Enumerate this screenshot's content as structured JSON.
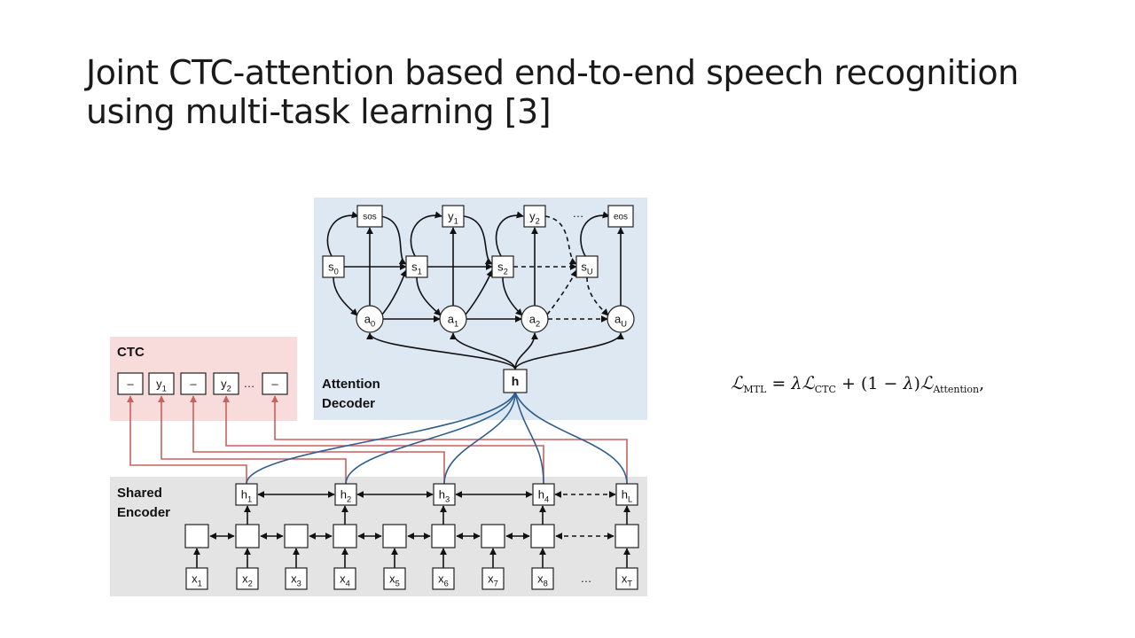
{
  "slide": {
    "title_line1": "Joint CTC-attention based end-to-end speech recognition",
    "title_line2": "using multi-task learning [3]"
  },
  "diagram": {
    "ctc": {
      "title": "CTC",
      "labels": [
        "_",
        "y1",
        "_",
        "y2",
        "…",
        "_"
      ]
    },
    "attention": {
      "title_line1": "Attention",
      "title_line2": "Decoder",
      "outputs": [
        "sos",
        "y1",
        "y2",
        "…",
        "eos"
      ],
      "states": [
        "s0",
        "s1",
        "s2",
        "sU"
      ],
      "attentions": [
        "a0",
        "a1",
        "a2",
        "aU"
      ],
      "context": "h"
    },
    "encoder": {
      "title_line1": "Shared",
      "title_line2": "Encoder",
      "hidden": [
        "h1",
        "h2",
        "h3",
        "h4",
        "hL"
      ],
      "inputs": [
        "x1",
        "x2",
        "x3",
        "x4",
        "x5",
        "x6",
        "x7",
        "x8",
        "…",
        "xT"
      ]
    },
    "colors": {
      "ctc_bg": "#f8dcdc",
      "attention_bg": "#dde8f3",
      "encoder_bg": "#e4e4e4",
      "ctc_line": "#c9615e",
      "attention_line": "#2e5f8e"
    }
  },
  "formula": {
    "lhs": "ℒ",
    "lhs_sub": "MTL",
    "eq": " = ",
    "lambda": "λ",
    "term1": "ℒ",
    "term1_sub": "CTC",
    "plus": " + (1 − ",
    "lambda2": "λ",
    "close": ")",
    "term2": "ℒ",
    "term2_sub": "Attention",
    "tail": ","
  }
}
